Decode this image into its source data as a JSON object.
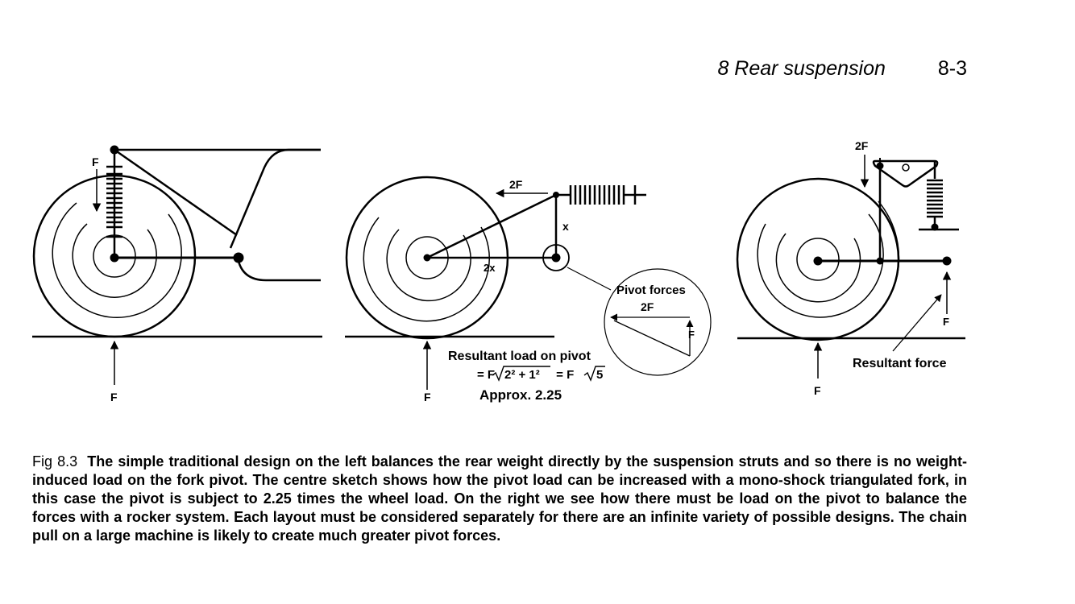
{
  "header": {
    "chapter": "8  Rear suspension",
    "page_number": "8-3"
  },
  "figure": {
    "left": {
      "force_top": "F",
      "force_bottom": "F"
    },
    "center": {
      "label_2f": "2F",
      "label_x": "x",
      "label_2x": "2x",
      "force_bottom": "F",
      "pivot_forces_title": "Pivot forces",
      "pivot_forces_2f": "2F",
      "pivot_forces_f": "F",
      "resultant_label": "Resultant load on pivot",
      "formula_eq1": "= F",
      "formula_radicand": "2² + 1²",
      "formula_eq2": " = F",
      "formula_radicand2": "5",
      "approx": "Approx. 2.25"
    },
    "right": {
      "label_2f": "2F",
      "force_right": "F",
      "force_bottom": "F",
      "resultant_force": "Resultant force"
    }
  },
  "caption": {
    "label": "Fig 8.3",
    "text": "The simple traditional design on the left balances the rear weight directly by the suspension struts and so there is no weight-induced load on the fork pivot.  The centre sketch shows how the pivot load can be increased with a mono-shock triangulated fork, in this case the pivot is subject to 2.25 times the wheel load.  On the right we see how there must be load on the pivot to balance the forces with a rocker system.  Each layout must be considered separately for there are an infinite variety of possible designs.  The chain pull on a large machine is likely to create much greater pivot forces."
  }
}
